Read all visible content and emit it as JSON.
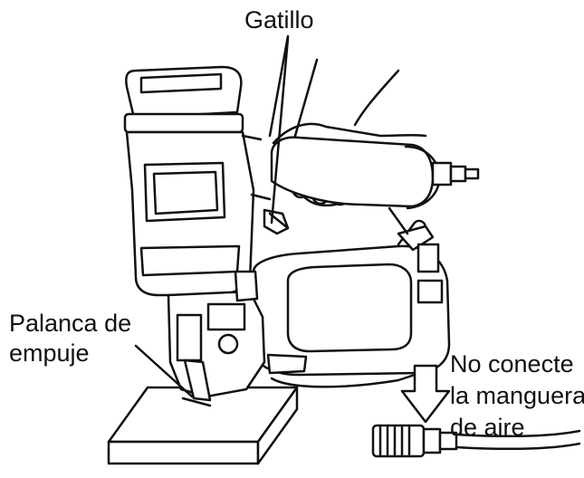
{
  "labels": {
    "trigger": "Gatillo",
    "push_lever_line1": "Palanca de",
    "push_lever_line2": "empuje",
    "warning_line1": "No conecte",
    "warning_line2": "la manguera",
    "warning_line3": "de aire"
  },
  "colors": {
    "ink": "#111111",
    "background": "#ffffff"
  }
}
